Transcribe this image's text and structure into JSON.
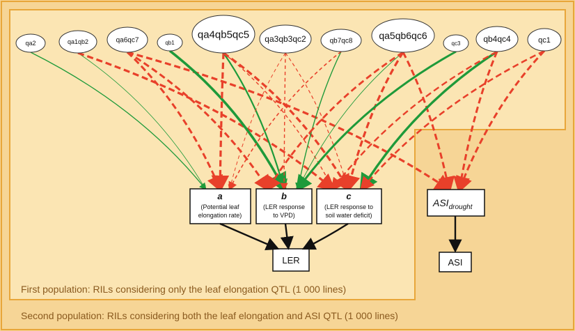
{
  "qtl_nodes": [
    {
      "id": "qa2",
      "label": "qa2"
    },
    {
      "id": "qa1qb2",
      "label": "qa1qb2"
    },
    {
      "id": "qa6qc7",
      "label": "qa6qc7"
    },
    {
      "id": "qb1",
      "label": "qb1"
    },
    {
      "id": "qa4qb5qc5",
      "label": "qa4qb5qc5"
    },
    {
      "id": "qa3qb3qc2",
      "label": "qa3qb3qc2"
    },
    {
      "id": "qb7qc8",
      "label": "qb7qc8"
    },
    {
      "id": "qa5qb6qc6",
      "label": "qa5qb6qc6"
    },
    {
      "id": "qc3",
      "label": "qc3"
    },
    {
      "id": "qb4qc4",
      "label": "qb4qc4"
    },
    {
      "id": "qc1",
      "label": "qc1"
    }
  ],
  "param_boxes": {
    "a": {
      "title": "a",
      "line1": "(Potential leaf",
      "line2": "elongation rate)"
    },
    "b": {
      "title": "b",
      "line1": "(LER response",
      "line2": "to VPD)"
    },
    "c": {
      "title": "c",
      "line1": "(LER response to",
      "line2": "soil water deficit)"
    },
    "asi_drought": {
      "main": "ASI",
      "sub": "drought"
    }
  },
  "output_boxes": {
    "ler": "LER",
    "asi": "ASI"
  },
  "captions": {
    "first_population": "First population: RILs considering only the leaf elongation QTL (1 000 lines)",
    "second_population": "Second population: RILs considering both the leaf elongation and ASI QTL (1 000 lines)"
  },
  "colors": {
    "background_outer": "#f8d9a0",
    "background_inner": "#fbe7b8",
    "border": "#e8a63a",
    "green_arrow": "#1e9a3a",
    "red_arrow": "#e8402a",
    "black_arrow": "#111111"
  }
}
